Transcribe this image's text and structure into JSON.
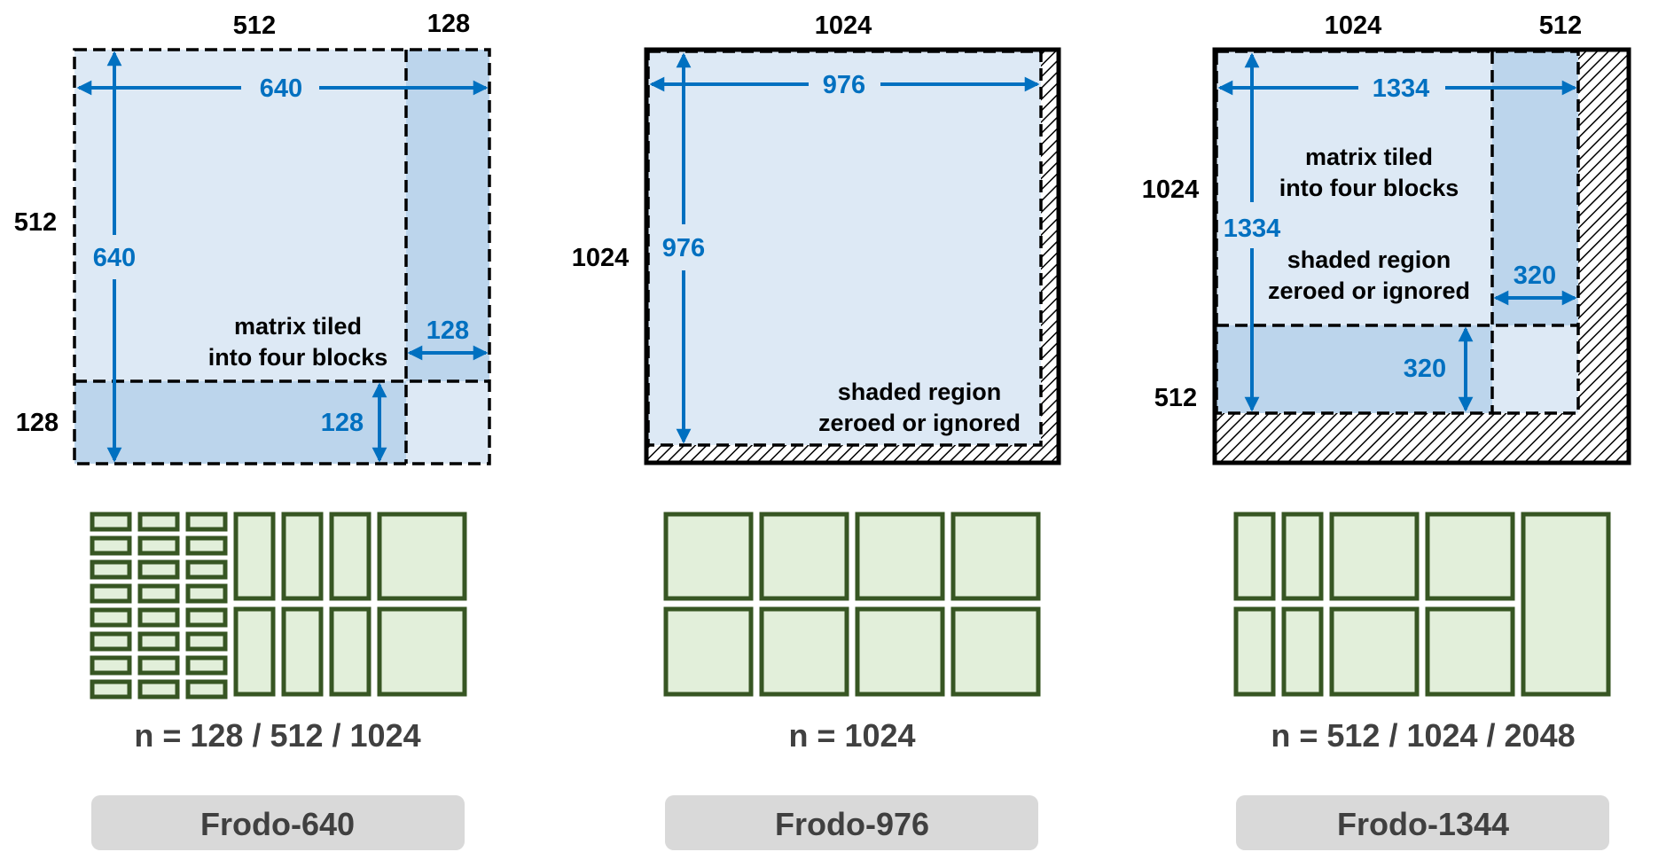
{
  "colors": {
    "light_blue": "#dde9f5",
    "mid_blue": "#bcd5ec",
    "blue_text": "#0070c0",
    "green_fill": "#e2efda",
    "green_border": "#375623",
    "button_bg": "#d9d9d9",
    "gray_text": "#404040"
  },
  "panels": [
    {
      "id": "frodo-640",
      "top_labels": [
        "512",
        "128"
      ],
      "left_labels": [
        "512",
        "128"
      ],
      "dimension": "640",
      "block_size": "128",
      "note": [
        "matrix tiled",
        "into four blocks"
      ],
      "n_label": "n = 128 / 512 / 1024",
      "button_label": "Frodo-640"
    },
    {
      "id": "frodo-976",
      "top_labels": [
        "1024"
      ],
      "left_labels": [
        "1024"
      ],
      "dimension": "976",
      "note": [
        "shaded region",
        "zeroed or ignored"
      ],
      "n_label": "n = 1024",
      "button_label": "Frodo-976"
    },
    {
      "id": "frodo-1344",
      "top_labels": [
        "1024",
        "512"
      ],
      "left_labels": [
        "1024",
        "512"
      ],
      "dimension": "1334",
      "block_size": "320",
      "note": [
        "matrix tiled",
        "into four blocks"
      ],
      "note2": [
        "shaded region",
        "zeroed or ignored"
      ],
      "n_label": "n = 512 / 1024 / 2048",
      "button_label": "Frodo-1344"
    }
  ]
}
